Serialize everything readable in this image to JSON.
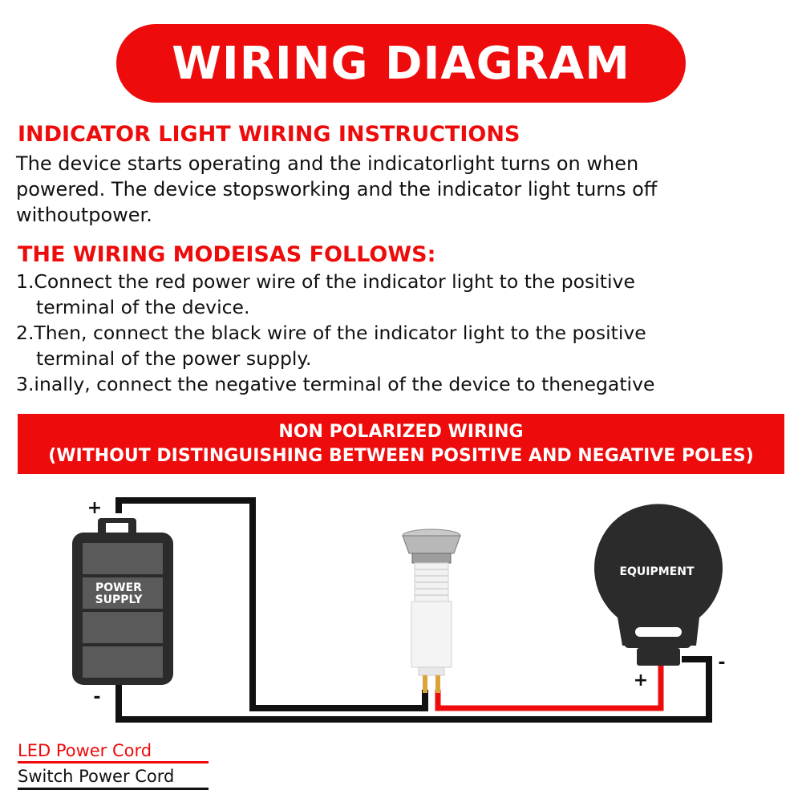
{
  "title": "WIRING DIAGRAM",
  "section1": {
    "heading": "INDICATOR LIGHT WIRING INSTRUCTIONS",
    "lines": [
      "The device starts operating and the indicatorlight turns on when",
      "powered. The device stopsworking and the indicator light turns off",
      "withoutpower."
    ]
  },
  "section2": {
    "heading": "THE WIRING MODEISAS FOLLOWS:",
    "steps": [
      "1.Connect the red power wire of the indicator light to the positive",
      "terminal of the device.",
      "2.Then, connect the black wire of the indicator light to the positive",
      "terminal of the power supply.",
      "3.inally, connect the negative terminal of the device to thenegative"
    ]
  },
  "banner": {
    "line1": "NON POLARIZED WIRING",
    "line2": "(WITHOUT DISTINGUISHING BETWEEN POSITIVE AND NEGATIVE POLES)"
  },
  "diagram": {
    "battery_label_1": "POWER",
    "battery_label_2": "SUPPLY",
    "battery_plus": "+",
    "battery_minus": "-",
    "equipment_label": "EQUIPMENT",
    "equipment_plus": "+",
    "equipment_minus": "-",
    "colors": {
      "red": "#ee0b0b",
      "black": "#111111",
      "battery": "#2b2b2b",
      "cell": "#5a5a5a"
    }
  },
  "legend": {
    "led": "LED Power Cord",
    "switch": "Switch Power Cord"
  }
}
